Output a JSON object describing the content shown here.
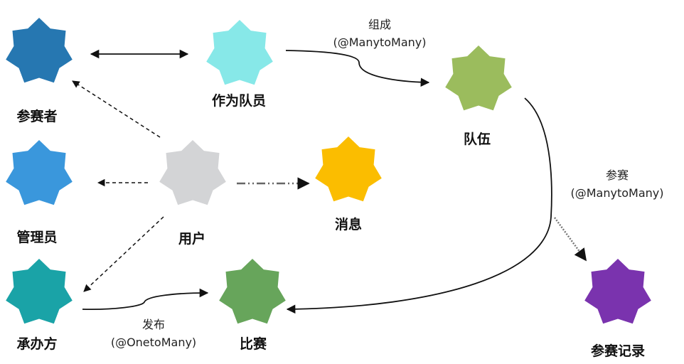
{
  "nodes": {
    "participant": {
      "label": "参赛者",
      "color": "#2677b1"
    },
    "team_member": {
      "label": "作为队员",
      "color": "#87e8e8"
    },
    "team": {
      "label": "队伍",
      "color": "#9bbc5d"
    },
    "admin": {
      "label": "管理员",
      "color": "#3a97dc"
    },
    "user": {
      "label": "用户",
      "color": "#d3d4d6"
    },
    "message": {
      "label": "消息",
      "color": "#fbbd00"
    },
    "organizer": {
      "label": "承办方",
      "color": "#1aa3a7"
    },
    "competition": {
      "label": "比赛",
      "color": "#67a55b"
    },
    "entry_record": {
      "label": "参赛记录",
      "color": "#7a33ae"
    }
  },
  "edges": {
    "compose": {
      "line1": "组成",
      "line2": "(@ManytoMany)"
    },
    "enter": {
      "line1": "参赛",
      "line2": "(@ManytoMany)"
    },
    "publish": {
      "line1": "发布",
      "line2": "(@OnetoMany)"
    }
  }
}
